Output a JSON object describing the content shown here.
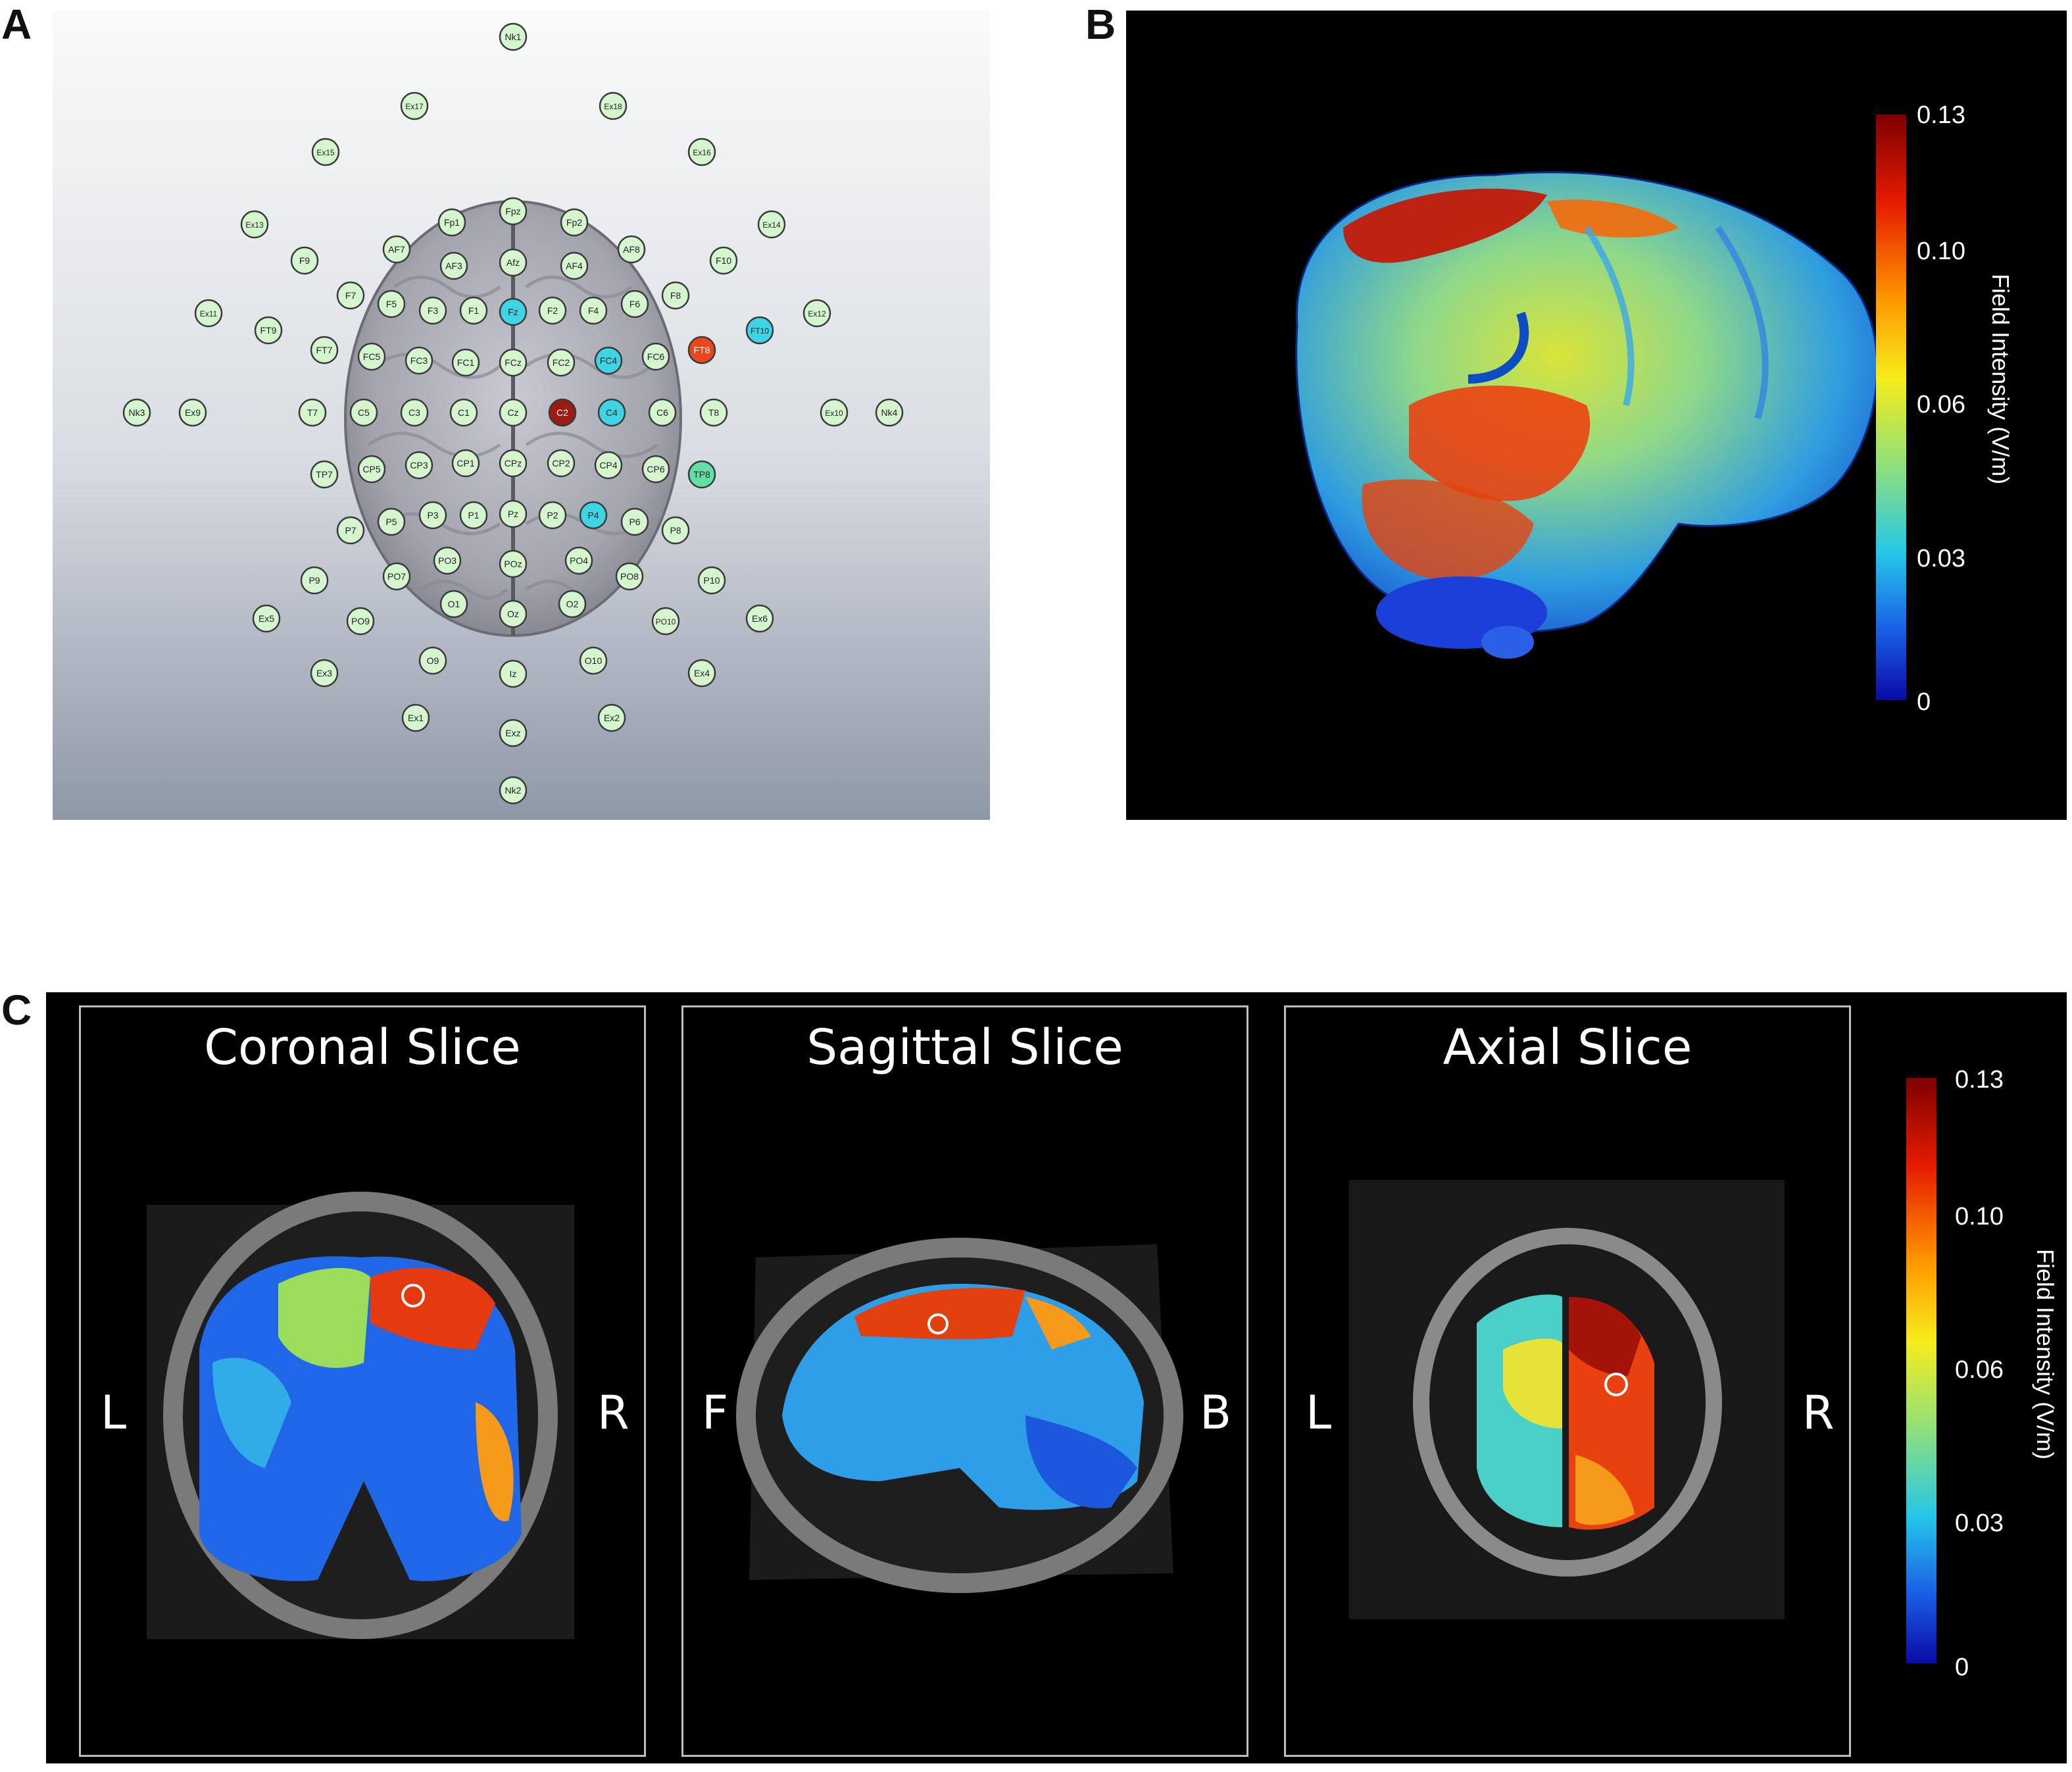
{
  "panels": {
    "a": {
      "letter": "A",
      "electrodes": [
        {
          "label": "Nk1",
          "state": "normal"
        },
        {
          "label": "Ex17",
          "state": "normal"
        },
        {
          "label": "Ex18",
          "state": "normal"
        },
        {
          "label": "Ex15",
          "state": "normal"
        },
        {
          "label": "Ex16",
          "state": "normal"
        },
        {
          "label": "Ex13",
          "state": "normal"
        },
        {
          "label": "Fp1",
          "state": "normal"
        },
        {
          "label": "Fpz",
          "state": "normal"
        },
        {
          "label": "Fp2",
          "state": "normal"
        },
        {
          "label": "Ex14",
          "state": "normal"
        },
        {
          "label": "F9",
          "state": "normal"
        },
        {
          "label": "AF7",
          "state": "normal"
        },
        {
          "label": "AF3",
          "state": "normal"
        },
        {
          "label": "Afz",
          "state": "normal"
        },
        {
          "label": "AF4",
          "state": "normal"
        },
        {
          "label": "AF8",
          "state": "normal"
        },
        {
          "label": "F10",
          "state": "normal"
        },
        {
          "label": "F7",
          "state": "normal"
        },
        {
          "label": "F5",
          "state": "normal"
        },
        {
          "label": "F3",
          "state": "normal"
        },
        {
          "label": "F1",
          "state": "normal"
        },
        {
          "label": "Fz",
          "state": "cathode"
        },
        {
          "label": "F2",
          "state": "normal"
        },
        {
          "label": "F4",
          "state": "normal"
        },
        {
          "label": "F6",
          "state": "normal"
        },
        {
          "label": "F8",
          "state": "normal"
        },
        {
          "label": "Ex11",
          "state": "normal"
        },
        {
          "label": "FT9",
          "state": "normal"
        },
        {
          "label": "FT10",
          "state": "cathode"
        },
        {
          "label": "Ex12",
          "state": "normal"
        },
        {
          "label": "FT7",
          "state": "normal"
        },
        {
          "label": "FC5",
          "state": "normal"
        },
        {
          "label": "FC3",
          "state": "normal"
        },
        {
          "label": "FC1",
          "state": "normal"
        },
        {
          "label": "FCz",
          "state": "normal"
        },
        {
          "label": "FC2",
          "state": "normal"
        },
        {
          "label": "FC4",
          "state": "cathode"
        },
        {
          "label": "FC6",
          "state": "normal"
        },
        {
          "label": "FT8",
          "state": "anode-light"
        },
        {
          "label": "Nk3",
          "state": "normal"
        },
        {
          "label": "Ex9",
          "state": "normal"
        },
        {
          "label": "T7",
          "state": "normal"
        },
        {
          "label": "C5",
          "state": "normal"
        },
        {
          "label": "C3",
          "state": "normal"
        },
        {
          "label": "C1",
          "state": "normal"
        },
        {
          "label": "Cz",
          "state": "normal"
        },
        {
          "label": "C2",
          "state": "anode"
        },
        {
          "label": "C4",
          "state": "cathode"
        },
        {
          "label": "C6",
          "state": "normal"
        },
        {
          "label": "T8",
          "state": "normal"
        },
        {
          "label": "Ex10",
          "state": "normal"
        },
        {
          "label": "Nk4",
          "state": "normal"
        },
        {
          "label": "TP7",
          "state": "normal"
        },
        {
          "label": "CP5",
          "state": "normal"
        },
        {
          "label": "CP3",
          "state": "normal"
        },
        {
          "label": "CP1",
          "state": "normal"
        },
        {
          "label": "CPz",
          "state": "normal"
        },
        {
          "label": "CP2",
          "state": "normal"
        },
        {
          "label": "CP4",
          "state": "normal"
        },
        {
          "label": "CP6",
          "state": "normal"
        },
        {
          "label": "TP8",
          "state": "mint"
        },
        {
          "label": "P7",
          "state": "normal"
        },
        {
          "label": "P5",
          "state": "normal"
        },
        {
          "label": "P3",
          "state": "normal"
        },
        {
          "label": "P1",
          "state": "normal"
        },
        {
          "label": "Pz",
          "state": "normal"
        },
        {
          "label": "P2",
          "state": "normal"
        },
        {
          "label": "P4",
          "state": "cathode"
        },
        {
          "label": "P6",
          "state": "normal"
        },
        {
          "label": "P8",
          "state": "normal"
        },
        {
          "label": "P9",
          "state": "normal"
        },
        {
          "label": "PO7",
          "state": "normal"
        },
        {
          "label": "PO3",
          "state": "normal"
        },
        {
          "label": "POz",
          "state": "normal"
        },
        {
          "label": "PO4",
          "state": "normal"
        },
        {
          "label": "PO8",
          "state": "normal"
        },
        {
          "label": "P10",
          "state": "normal"
        },
        {
          "label": "Ex5",
          "state": "normal"
        },
        {
          "label": "PO9",
          "state": "normal"
        },
        {
          "label": "O1",
          "state": "normal"
        },
        {
          "label": "Oz",
          "state": "normal"
        },
        {
          "label": "O2",
          "state": "normal"
        },
        {
          "label": "PO10",
          "state": "normal"
        },
        {
          "label": "Ex6",
          "state": "normal"
        },
        {
          "label": "Ex3",
          "state": "normal"
        },
        {
          "label": "O9",
          "state": "normal"
        },
        {
          "label": "Iz",
          "state": "normal"
        },
        {
          "label": "O10",
          "state": "normal"
        },
        {
          "label": "Ex4",
          "state": "normal"
        },
        {
          "label": "Ex1",
          "state": "normal"
        },
        {
          "label": "Exz",
          "state": "normal"
        },
        {
          "label": "Ex2",
          "state": "normal"
        },
        {
          "label": "Nk2",
          "state": "normal"
        }
      ]
    },
    "b": {
      "letter": "B",
      "colorbar": {
        "title": "Field Intensity (V/m)",
        "ticks": [
          "0.13",
          "0.10",
          "0.06",
          "0.03",
          "0"
        ]
      }
    },
    "c": {
      "letter": "C",
      "slices": [
        {
          "title": "Coronal Slice",
          "left_label": "L",
          "right_label": "R"
        },
        {
          "title": "Sagittal Slice",
          "left_label": "F",
          "right_label": "B"
        },
        {
          "title": "Axial Slice",
          "left_label": "L",
          "right_label": "R"
        }
      ],
      "colorbar": {
        "title": "Field Intensity (V/m)",
        "ticks": [
          "0.13",
          "0.10",
          "0.06",
          "0.03",
          "0"
        ]
      }
    }
  },
  "colors": {
    "electrode_normal": "#d5f5cf",
    "electrode_cathode": "#3fd3e6",
    "electrode_anode": "#9a1c12",
    "electrode_anode_light": "#e8471c",
    "electrode_mint": "#62e0a3"
  }
}
